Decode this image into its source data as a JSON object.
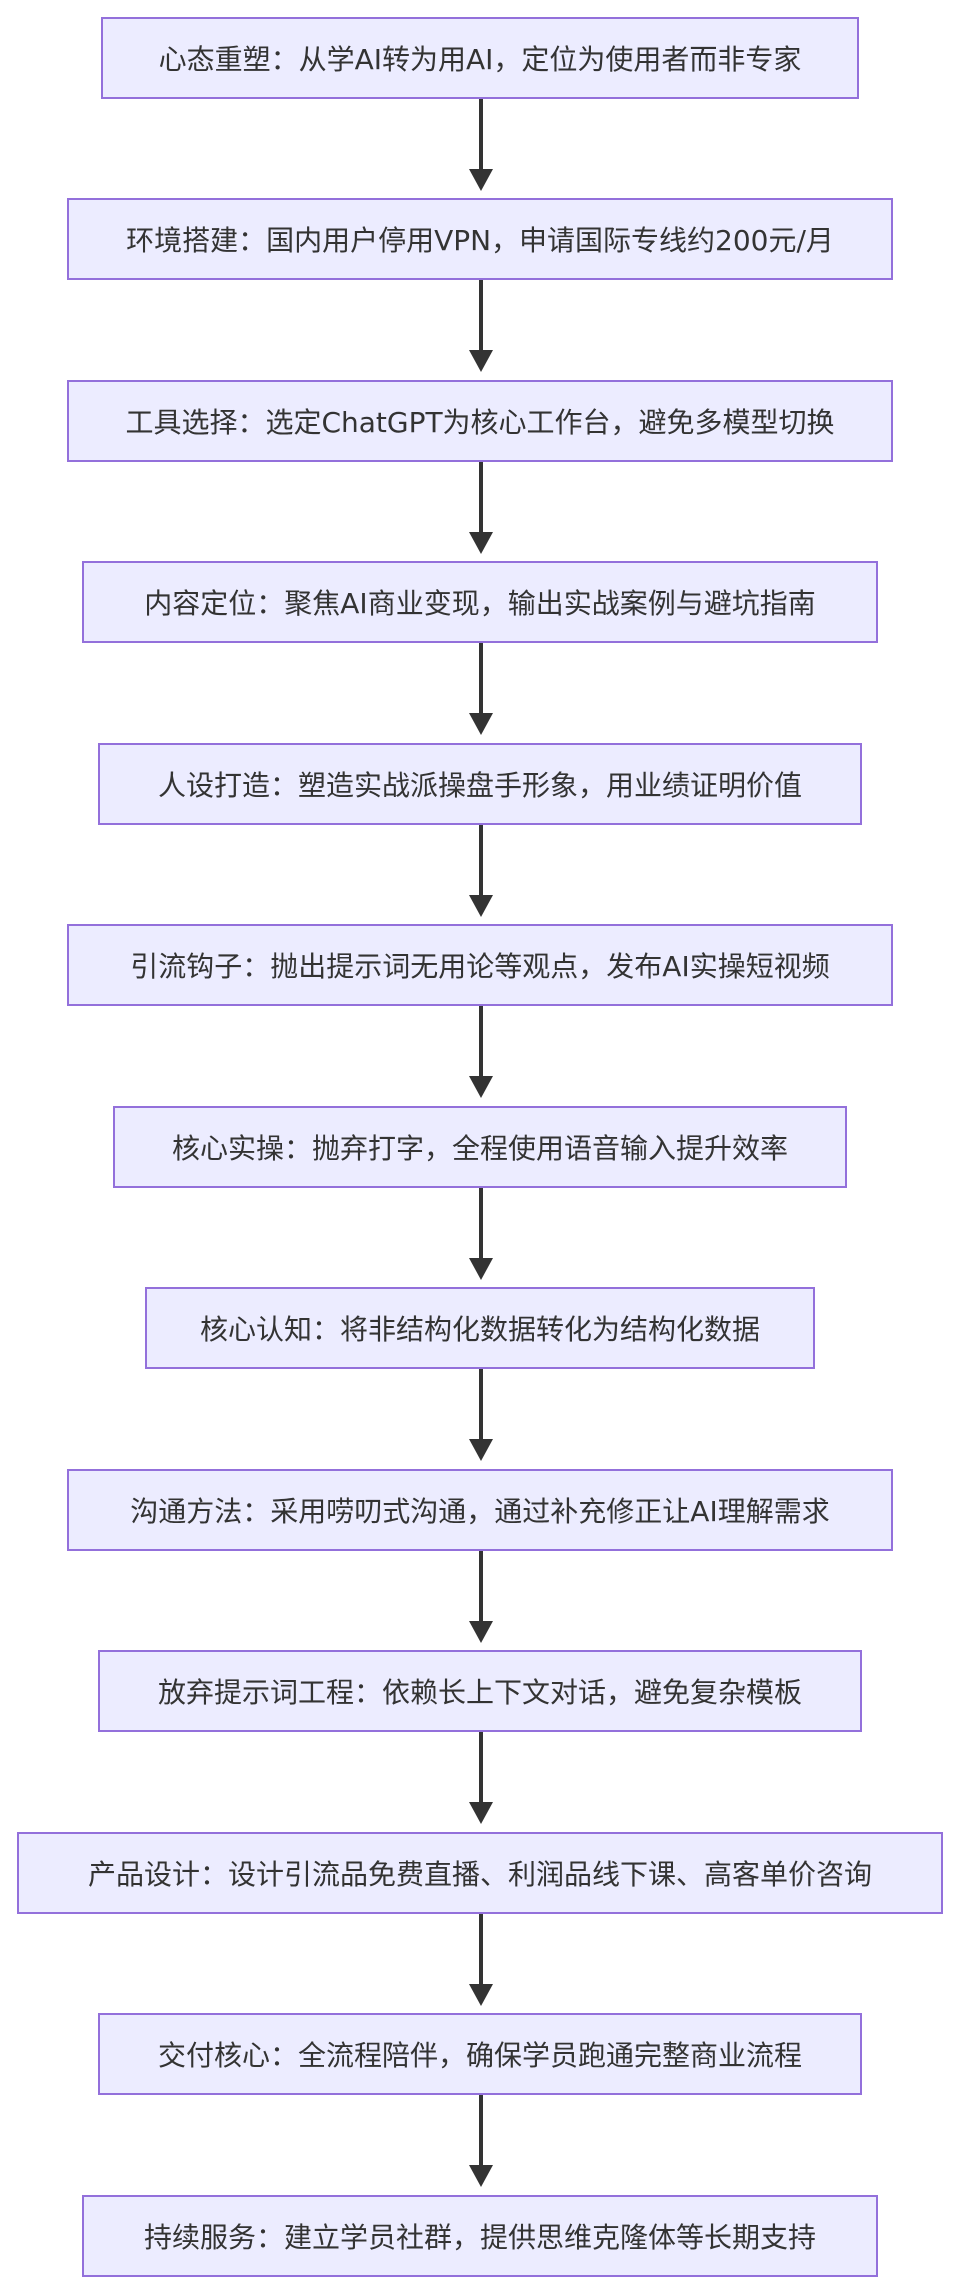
{
  "diagram": {
    "colors": {
      "node_fill": "#ececff",
      "node_border": "#9370db",
      "edge": "#333333",
      "text": "#333333"
    },
    "nodes": [
      {
        "id": "n1",
        "label": "心态重塑：从学AI转为用AI，定位为使用者而非专家"
      },
      {
        "id": "n2",
        "label": "环境搭建：国内用户停用VPN，申请国际专线约200元/月"
      },
      {
        "id": "n3",
        "label": "工具选择：选定ChatGPT为核心工作台，避免多模型切换"
      },
      {
        "id": "n4",
        "label": "内容定位：聚焦AI商业变现，输出实战案例与避坑指南"
      },
      {
        "id": "n5",
        "label": "人设打造：塑造实战派操盘手形象，用业绩证明价值"
      },
      {
        "id": "n6",
        "label": "引流钩子：抛出提示词无用论等观点，发布AI实操短视频"
      },
      {
        "id": "n7",
        "label": "核心实操：抛弃打字，全程使用语音输入提升效率"
      },
      {
        "id": "n8",
        "label": "核心认知：将非结构化数据转化为结构化数据"
      },
      {
        "id": "n9",
        "label": "沟通方法：采用唠叨式沟通，通过补充修正让AI理解需求"
      },
      {
        "id": "n10",
        "label": "放弃提示词工程：依赖长上下文对话，避免复杂模板"
      },
      {
        "id": "n11",
        "label": "产品设计：设计引流品免费直播、利润品线下课、高客单价咨询"
      },
      {
        "id": "n12",
        "label": "交付核心：全流程陪伴，确保学员跑通完整商业流程"
      },
      {
        "id": "n13",
        "label": "持续服务：建立学员社群，提供思维克隆体等长期支持"
      }
    ],
    "edges": [
      {
        "from": "n1",
        "to": "n2"
      },
      {
        "from": "n2",
        "to": "n3"
      },
      {
        "from": "n3",
        "to": "n4"
      },
      {
        "from": "n4",
        "to": "n5"
      },
      {
        "from": "n5",
        "to": "n6"
      },
      {
        "from": "n6",
        "to": "n7"
      },
      {
        "from": "n7",
        "to": "n8"
      },
      {
        "from": "n8",
        "to": "n9"
      },
      {
        "from": "n9",
        "to": "n10"
      },
      {
        "from": "n10",
        "to": "n11"
      },
      {
        "from": "n11",
        "to": "n12"
      },
      {
        "from": "n12",
        "to": "n13"
      }
    ]
  }
}
